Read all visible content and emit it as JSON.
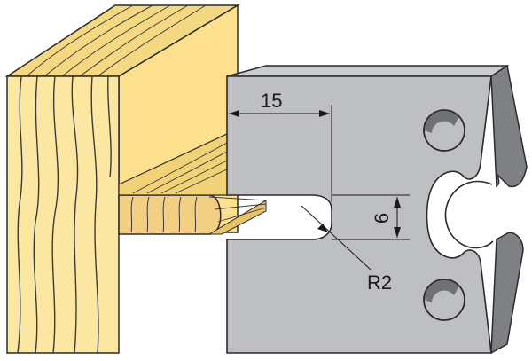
{
  "diagram": {
    "dimensions": {
      "width_label": "15",
      "depth_label": "6",
      "radius_label": "R2"
    },
    "colors": {
      "wood_front": "#FBE7A1",
      "wood_top": "#F5D982",
      "wood_side": "#FCE08E",
      "wood_grain": "#3a3a3a",
      "blade_face": "#BDBFC2",
      "blade_top": "#CBCDCF",
      "blade_side": "#7E8084",
      "blade_hole": "#6f7175",
      "outline": "#2b2b2b"
    }
  }
}
